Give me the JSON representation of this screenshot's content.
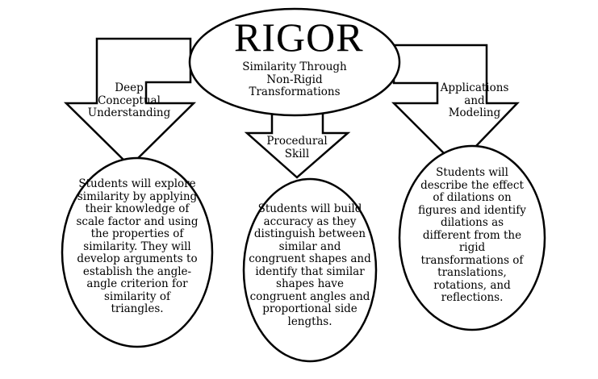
{
  "center": {
    "title": "RIGOR",
    "subtitle": "Similarity Through\nNon-Rigid\nTransformations"
  },
  "arrows": {
    "left": "Deep\nConceptual\nUnderstanding",
    "middle": "Procedural\nSkill",
    "right": "Applications\nand\nModeling"
  },
  "circles": {
    "left": "Students will explore\nsimilarity by applying\ntheir knowledge of\nscale factor and using\nthe properties of\nsimilarity. They will\ndevelop arguments to\nestablish the angle-\nangle criterion for\nsimilarity of\ntriangles.",
    "middle": "Students will build\naccuracy as they\ndistinguish between\nsimilar and\ncongruent shapes and\nidentify that similar\nshapes have\ncongruent angles and\nproportional side\nlengths.",
    "right": "Students will\ndescribe the effect\nof dilations on\nfigures and identify\ndilations as\ndifferent from the\nrigid\ntransformations of\ntranslations,\nrotations, and\nreflections."
  }
}
